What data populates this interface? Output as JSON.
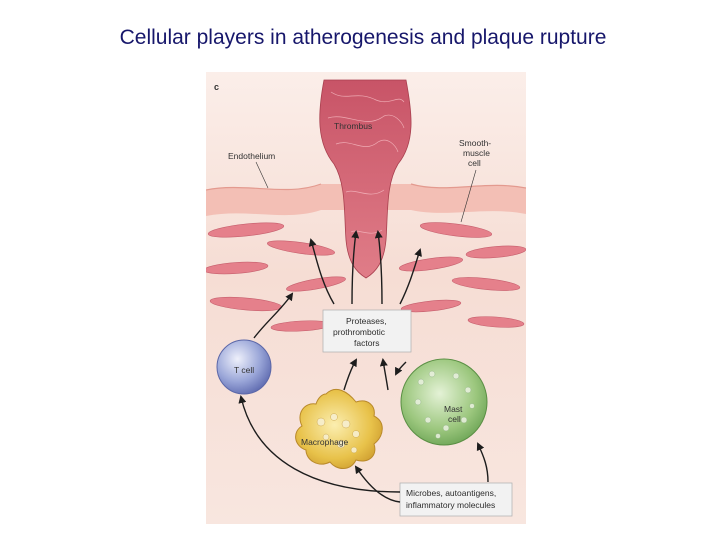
{
  "slide": {
    "title": "Cellular players in atherogenesis and plaque rupture"
  },
  "figure": {
    "panel_letter": "c",
    "labels": {
      "thrombus": "Thrombus",
      "endothelium": "Endothelium",
      "smooth_muscle": [
        "Smooth-",
        "muscle",
        "cell"
      ],
      "t_cell": "T cell",
      "macrophage": "Macrophage",
      "mast_cell": [
        "Mast",
        "cell"
      ]
    },
    "boxes": {
      "proteases": [
        "Proteases,",
        "prothrombotic",
        "factors"
      ],
      "microbes": [
        "Microbes, autoantigens,",
        "inflammatory molecules"
      ]
    },
    "colors": {
      "tissue_bg": "#f6ddd4",
      "endothelium": "#f2b9ae",
      "smooth_muscle": "#e5808b",
      "thrombus": "#c85467",
      "t_cell": "#9aa6d8",
      "macrophage": "#e8c24a",
      "mast_cell": "#9cc77e",
      "label_box": "#f2f2f2"
    }
  }
}
